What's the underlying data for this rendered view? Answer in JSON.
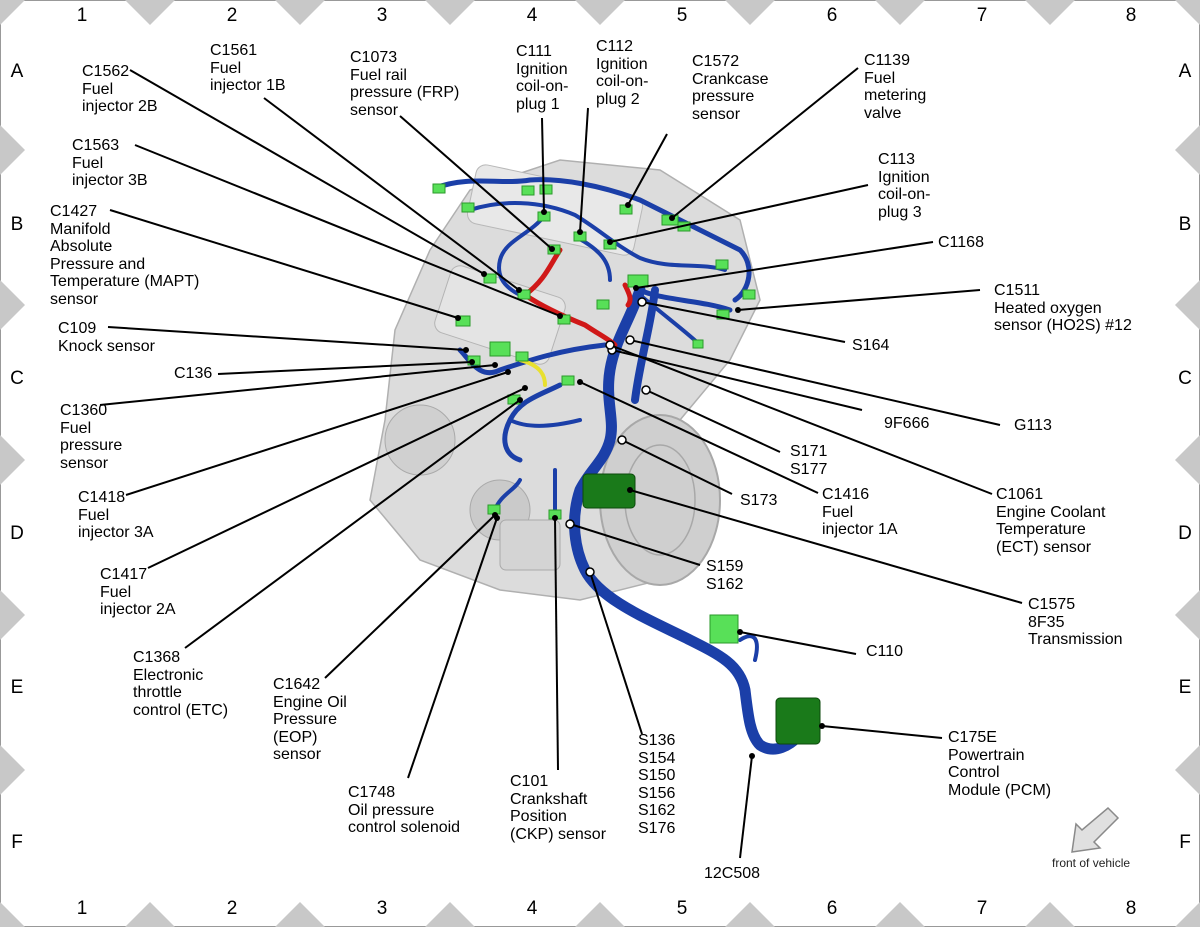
{
  "grid": {
    "columns": [
      "1",
      "2",
      "3",
      "4",
      "5",
      "6",
      "7",
      "8"
    ],
    "rows": [
      "A",
      "B",
      "C",
      "D",
      "E",
      "F"
    ]
  },
  "callouts": {
    "c1562": "C1562\nFuel\ninjector 2B",
    "c1561": "C1561\nFuel\ninjector 1B",
    "c1073": "C1073\nFuel rail\npressure (FRP)\nsensor",
    "c111": "C111\nIgnition\ncoil-on-\nplug 1",
    "c112": "C112\nIgnition\ncoil-on-\nplug 2",
    "c1572": "C1572\nCrankcase\npressure\nsensor",
    "c1139": "C1139\nFuel\nmetering\nvalve",
    "c1563": "C1563\nFuel\ninjector 3B",
    "c113": "C113\nIgnition\ncoil-on-\nplug 3",
    "c1427": "C1427\nManifold\nAbsolute\nPressure and\nTemperature (MAPT)\nsensor",
    "c1168": "C1168",
    "c1511": "C1511\nHeated oxygen\nsensor (HO2S) #12",
    "c109": "C109\nKnock sensor",
    "s164": "S164",
    "c136": "C136",
    "c1360": "C1360\nFuel\npressure\nsensor",
    "f9f666": "9F666",
    "g113": "G113",
    "s171": "S171\nS177",
    "c1418": "C1418\nFuel\ninjector 3A",
    "s173": "S173",
    "c1416": "C1416\nFuel\ninjector 1A",
    "c1061": "C1061\nEngine Coolant\nTemperature\n(ECT) sensor",
    "c1417": "C1417\nFuel\ninjector 2A",
    "s159": "S159\nS162",
    "c1575": "C1575\n8F35\nTransmission",
    "c110": "C110",
    "c1368": "C1368\nElectronic\nthrottle\ncontrol (ETC)",
    "c1642": "C1642\nEngine Oil\nPressure\n(EOP)\nsensor",
    "c175e": "C175E\nPowertrain\nControl\nModule (PCM)",
    "c1748": "C1748\nOil pressure\ncontrol solenoid",
    "c101": "C101\nCrankshaft\nPosition\n(CKP) sensor",
    "s136": "S136\nS154\nS150\nS156\nS162\nS176",
    "c12c508": "12C508"
  },
  "front_of_vehicle": "front of vehicle",
  "colors": {
    "harness_blue": "#1b3fa8",
    "harness_red": "#d01818",
    "harness_yellow": "#e8e030",
    "connector_green": "#58e058",
    "connector_dark_green": "#1a7a1a",
    "engine_gray": "#bdbdbd",
    "border_triangle": "#c8c8c8"
  },
  "icons": [
    "front-of-vehicle-arrow-icon"
  ]
}
